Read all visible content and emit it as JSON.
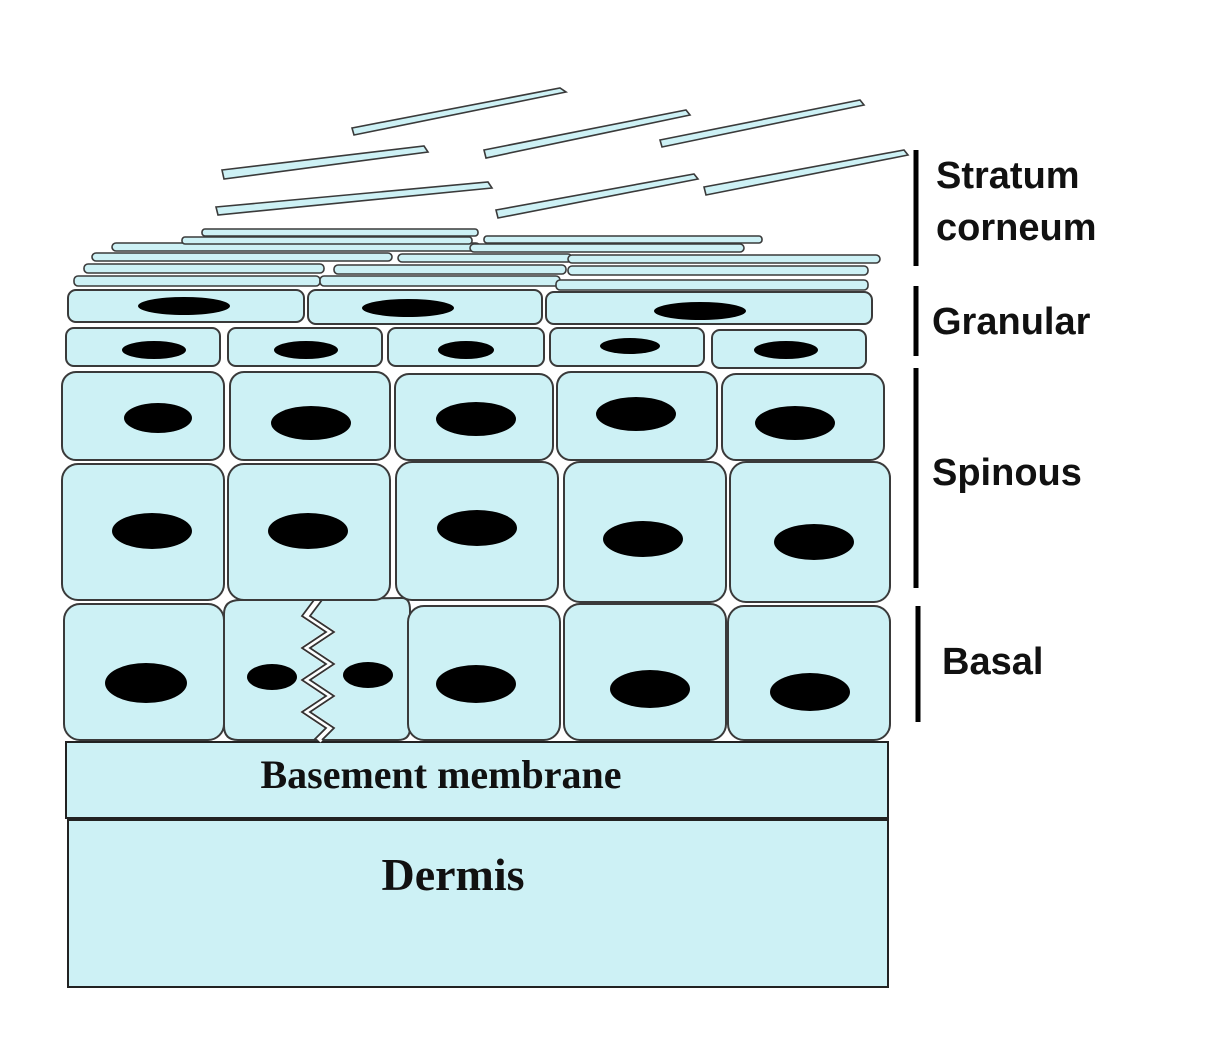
{
  "colors": {
    "cell_fill": "#cdf1f5",
    "outline": "#3a3a3a",
    "nucleus": "#000000",
    "background": "#ffffff"
  },
  "layers": {
    "stratum_corneum": {
      "line1": "Stratum",
      "line2": "corneum"
    },
    "granular": "Granular",
    "spinous": "Spinous",
    "basal": "Basal"
  },
  "regions": {
    "basement_membrane": "Basement membrane",
    "dermis": "Dermis"
  }
}
